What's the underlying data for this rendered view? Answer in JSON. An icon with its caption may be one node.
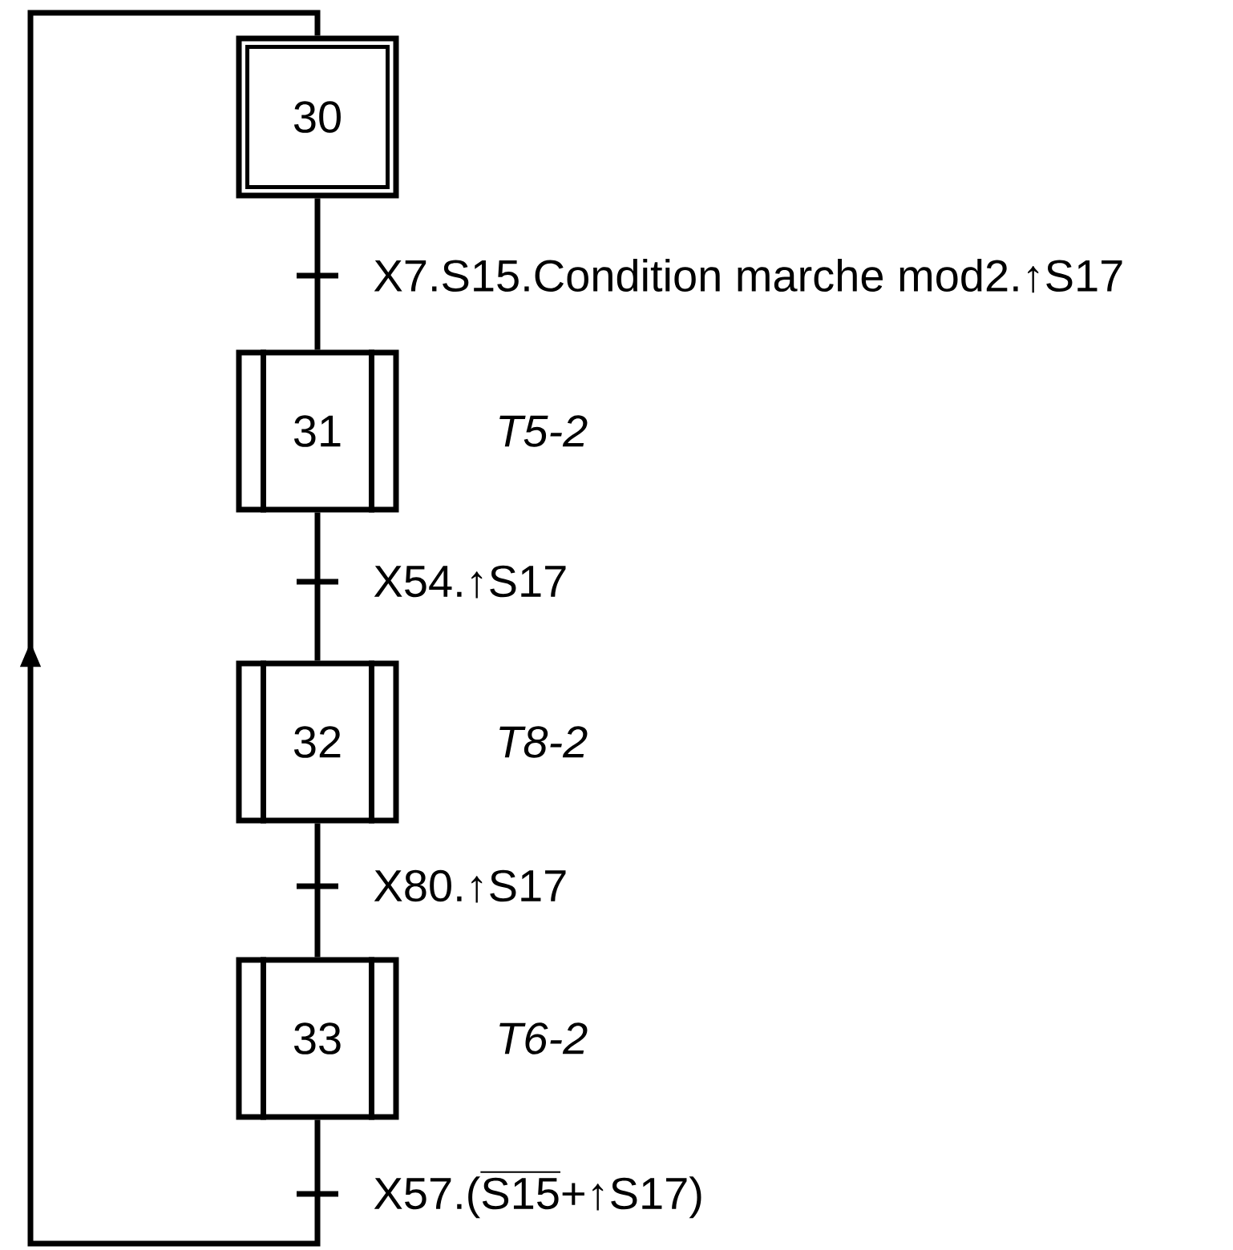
{
  "diagram": {
    "nodes": [
      {
        "text": [
          "30"
        ]
      },
      {
        "text": [
          "31"
        ],
        "beside": [
          "T5-2"
        ]
      },
      {
        "text": [
          "32"
        ],
        "beside": [
          "T8-2"
        ]
      },
      {
        "text": [
          "33"
        ],
        "beside": [
          "T6-2"
        ]
      }
    ],
    "edges": [
      {
        "from": 0,
        "to": 1,
        "arrow": "none",
        "label": "X7.S15.Condition marche mod2.↑S17"
      },
      {
        "from": 1,
        "to": 2,
        "arrow": "none",
        "label": "X54.↑S17"
      },
      {
        "from": 2,
        "to": 3,
        "arrow": "none",
        "label": "X80.↑S17"
      },
      {
        "from": 3,
        "to": 0,
        "arrow": "to",
        "label": "\\text{X57.(}\\overline{\\text{S15}}\\text{+↑S17)}"
      }
    ]
  }
}
